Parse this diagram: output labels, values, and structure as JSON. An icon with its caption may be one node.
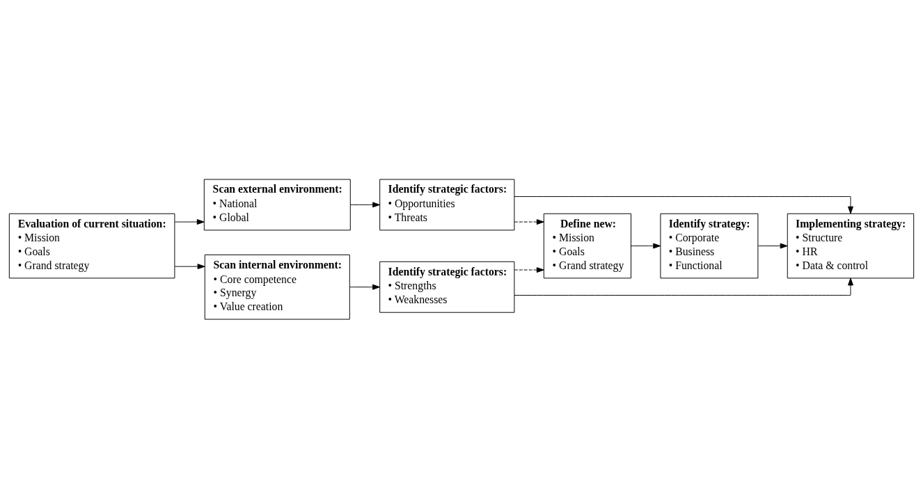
{
  "diagram": {
    "nodes": [
      {
        "text": [
          "Evaluation of current situation:",
          "• Mission",
          "• Goals",
          "• Grand strategy"
        ]
      },
      {
        "text": [
          "Scan external environment:",
          "• National",
          "• Global"
        ]
      },
      {
        "text": [
          "Identify strategic factors:",
          "• Opportunities",
          "• Threats"
        ]
      },
      {
        "text": [
          "Scan internal environment:",
          "• Core competence",
          "• Synergy",
          "• Value creation"
        ]
      },
      {
        "text": [
          "Identify strategic factors:",
          "• Strengths",
          "• Weaknesses"
        ]
      },
      {
        "text": [
          "Define new:",
          "• Mission",
          "• Goals",
          "• Grand strategy"
        ]
      },
      {
        "text": [
          "Identify strategy:",
          "• Corporate",
          "• Business",
          "• Functional"
        ]
      },
      {
        "text": [
          "Implementing strategy:",
          "• Structure",
          "• HR",
          "• Data & control"
        ]
      }
    ],
    "edges": [
      {
        "from": 0,
        "to": 1,
        "arrow": "to"
      },
      {
        "from": 0,
        "to": 3,
        "arrow": "to"
      },
      {
        "from": 1,
        "to": 2,
        "arrow": "to"
      },
      {
        "from": 3,
        "to": 4,
        "arrow": "to"
      },
      {
        "from": 2,
        "to": 5,
        "arrow": "to",
        "style": "dashed"
      },
      {
        "from": 4,
        "to": 5,
        "arrow": "to",
        "style": "dashed"
      },
      {
        "from": 2,
        "to": 7,
        "arrow": "to"
      },
      {
        "from": 4,
        "to": 7,
        "arrow": "to"
      },
      {
        "from": 5,
        "to": 6,
        "arrow": "to"
      },
      {
        "from": 6,
        "to": 7,
        "arrow": "to"
      }
    ]
  }
}
